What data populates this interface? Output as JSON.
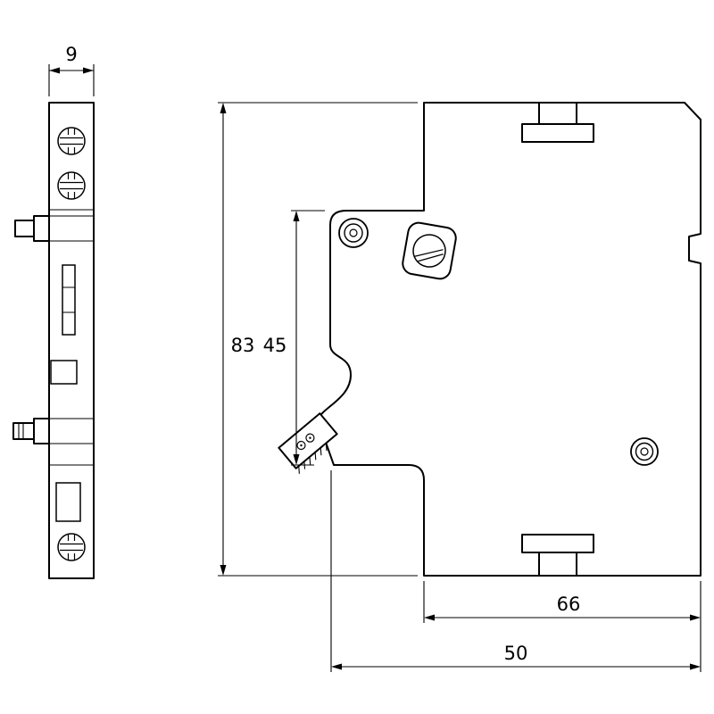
{
  "drawing": {
    "kind": "dimensioned technical drawing, two views of a DIN-rail modular device",
    "dimensions": {
      "front_width": "9",
      "total_height": "83",
      "front_section_height": "45",
      "body_depth": "66",
      "total_depth": "50"
    },
    "colors": {
      "line": "#000000",
      "background": "#ffffff"
    }
  }
}
